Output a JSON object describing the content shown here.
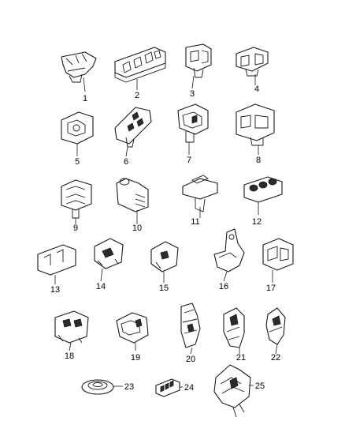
{
  "callouts": [
    {
      "id": 1,
      "label": "1"
    },
    {
      "id": 2,
      "label": "2"
    },
    {
      "id": 3,
      "label": "3"
    },
    {
      "id": 4,
      "label": "4"
    },
    {
      "id": 5,
      "label": "5"
    },
    {
      "id": 6,
      "label": "6"
    },
    {
      "id": 7,
      "label": "7"
    },
    {
      "id": 8,
      "label": "8"
    },
    {
      "id": 9,
      "label": "9"
    },
    {
      "id": 10,
      "label": "10"
    },
    {
      "id": 11,
      "label": "11"
    },
    {
      "id": 12,
      "label": "12"
    },
    {
      "id": 13,
      "label": "13"
    },
    {
      "id": 14,
      "label": "14"
    },
    {
      "id": 15,
      "label": "15"
    },
    {
      "id": 16,
      "label": "16"
    },
    {
      "id": 17,
      "label": "17"
    },
    {
      "id": 18,
      "label": "18"
    },
    {
      "id": 19,
      "label": "19"
    },
    {
      "id": 20,
      "label": "20"
    },
    {
      "id": 21,
      "label": "21"
    },
    {
      "id": 22,
      "label": "22"
    },
    {
      "id": 23,
      "label": "23"
    },
    {
      "id": 24,
      "label": "24"
    },
    {
      "id": 25,
      "label": "25"
    }
  ],
  "colors": {
    "line": "#1a1a1a",
    "background": "#ffffff"
  }
}
